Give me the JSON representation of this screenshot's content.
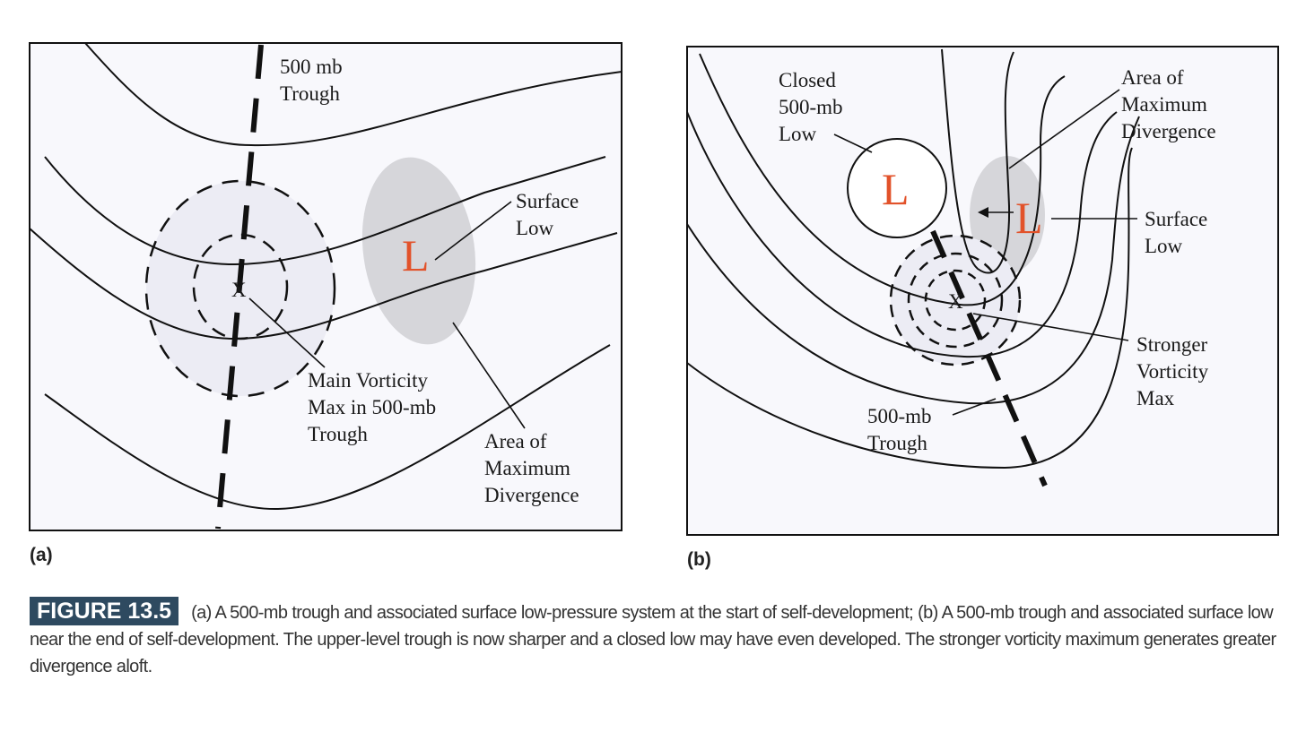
{
  "panel_a": {
    "tag": "(a)",
    "trough_label": [
      "500 mb",
      "Trough"
    ],
    "surface_low_label": [
      "Surface",
      "Low"
    ],
    "low_symbol": "L",
    "vort_marker": "X",
    "vorticity_label": [
      "Main Vorticity",
      "Max in 500-mb",
      "Trough"
    ],
    "divergence_label": [
      "Area of",
      "Maximum",
      "Divergence"
    ]
  },
  "panel_b": {
    "tag": "(b)",
    "closed_low_label": [
      "Closed",
      "500-mb",
      "Low"
    ],
    "closed_low_symbol": "L",
    "divergence_label": [
      "Area of",
      "Maximum",
      "Divergence"
    ],
    "surface_low_label": [
      "Surface",
      "Low"
    ],
    "surface_low_symbol": "L",
    "vort_marker": "X",
    "vorticity_label": [
      "Stronger",
      "Vorticity",
      "Max"
    ],
    "trough_label": [
      "500-mb",
      "Trough"
    ]
  },
  "caption": {
    "figure_label": "FIGURE 13.5",
    "text": "(a) A 500-mb trough and associated surface low-pressure system at the start of self-development; (b) A 500-mb trough and associated surface low near the end of self-development. The upper-level trough is now sharper and a closed low may have even developed. The stronger vorticity maximum generates greater divergence aloft."
  },
  "colors": {
    "low_symbol": "#e2522a",
    "figure_tag_bg": "#2e4a60",
    "divergence_area": "#d4d4d8",
    "vorticity_area": "#ececf4"
  }
}
